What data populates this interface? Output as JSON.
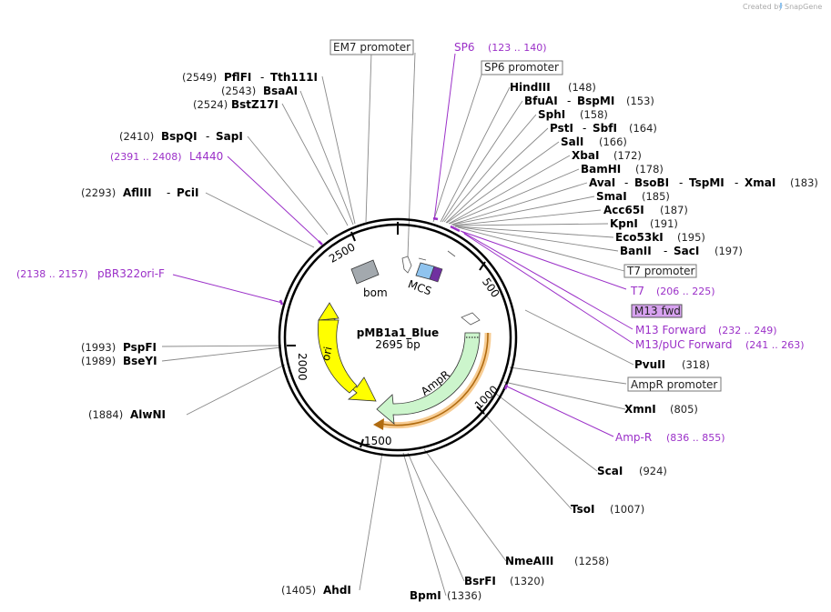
{
  "credit": {
    "prefix": "Created by",
    "brand": "SnapGene"
  },
  "plasmid": {
    "name": "pMB1a1_Blue",
    "length": "2695 bp"
  },
  "ticks": [
    "500",
    "1000",
    "1500",
    "2000",
    "2500"
  ],
  "features": {
    "mcs": "MCS",
    "bom": "bom",
    "ori": "ori",
    "ampr": "AmpR"
  },
  "boxes": {
    "em7": "EM7 promoter",
    "sp6p": "SP6 promoter",
    "t7p": "T7 promoter",
    "m13fwd": "M13 fwd",
    "amprp": "AmpR promoter"
  },
  "primers": {
    "sp6": {
      "name": "SP6",
      "range": "(123 .. 140)"
    },
    "l4440": {
      "name": "L4440",
      "range": "(2391 .. 2408)"
    },
    "pbr": {
      "name": "pBR322ori-F",
      "range": "(2138 .. 2157)"
    },
    "t7": {
      "name": "T7",
      "range": "(206 .. 225)"
    },
    "m13f": {
      "name": "M13 Forward",
      "range": "(232 .. 249)"
    },
    "m13puc": {
      "name": "M13/pUC Forward",
      "range": "(241 .. 263)"
    },
    "ampr": {
      "name": "Amp-R",
      "range": "(836 .. 855)"
    }
  },
  "sites": {
    "pflfi": {
      "pos": "(2549)",
      "n1": "PflFI",
      "n2": "Tth111I"
    },
    "bsaai": {
      "pos": "(2543)",
      "n1": "BsaAI"
    },
    "bstz17i": {
      "pos": "(2524)",
      "n1": "BstZ17I"
    },
    "bspqi": {
      "pos": "(2410)",
      "n1": "BspQI",
      "n2": "SapI"
    },
    "aflIII": {
      "pos": "(2293)",
      "n1": "AflIII",
      "n2": "PciI"
    },
    "pspfi": {
      "pos": "(1993)",
      "n1": "PspFI"
    },
    "bseyi": {
      "pos": "(1989)",
      "n1": "BseYI"
    },
    "alwni": {
      "pos": "(1884)",
      "n1": "AlwNI"
    },
    "ahdi": {
      "pos": "(1405)",
      "n1": "AhdI"
    },
    "bpmi": {
      "pos": "(1336)",
      "n1": "BpmI"
    },
    "bsrfi": {
      "pos": "(1320)",
      "n1": "BsrFI"
    },
    "nmeaiii": {
      "pos": "(1258)",
      "n1": "NmeAIII"
    },
    "tsoi": {
      "pos": "(1007)",
      "n1": "TsoI"
    },
    "scai": {
      "pos": "(924)",
      "n1": "ScaI"
    },
    "xmni": {
      "pos": "(805)",
      "n1": "XmnI"
    },
    "pvuii": {
      "pos": "(318)",
      "n1": "PvuII"
    },
    "hindiii": {
      "pos": "(148)",
      "n1": "HindIII"
    },
    "bfuai": {
      "pos": "(153)",
      "n1": "BfuAI",
      "n2": "BspMI"
    },
    "sphi": {
      "pos": "(158)",
      "n1": "SphI"
    },
    "psti": {
      "pos": "(164)",
      "n1": "PstI",
      "n2": "SbfI"
    },
    "sali": {
      "pos": "(166)",
      "n1": "SalI"
    },
    "xbai": {
      "pos": "(172)",
      "n1": "XbaI"
    },
    "bamhi": {
      "pos": "(178)",
      "n1": "BamHI"
    },
    "avai": {
      "pos": "(183)",
      "n1": "AvaI",
      "n2": "BsoBI",
      "n3": "TspMI",
      "n4": "XmaI"
    },
    "smai": {
      "pos": "(185)",
      "n1": "SmaI"
    },
    "acc65i": {
      "pos": "(187)",
      "n1": "Acc65I"
    },
    "kpni": {
      "pos": "(191)",
      "n1": "KpnI"
    },
    "eco53ki": {
      "pos": "(195)",
      "n1": "Eco53kI"
    },
    "banii": {
      "pos": "(197)",
      "n1": "BanII",
      "n2": "SacI"
    }
  },
  "colors": {
    "ori": "#ffff00",
    "ampr": "#ccf5cc",
    "bom": "#a3a9ae",
    "primer": "#9b30c8",
    "m13fwd_fill": "#d7a2f0",
    "mcs_blue": "#8fc3ee"
  }
}
